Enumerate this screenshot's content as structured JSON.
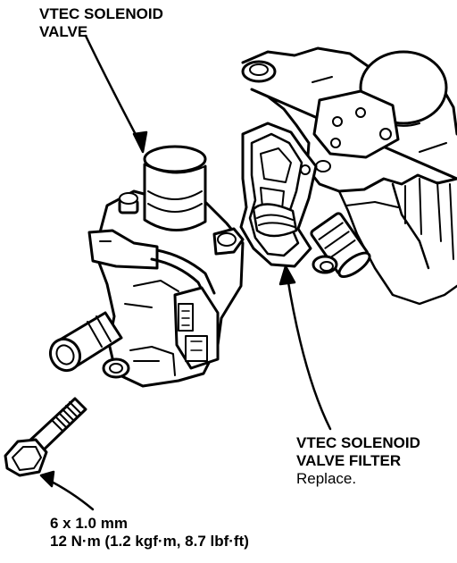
{
  "labels": {
    "solenoid_valve": {
      "line1": "VTEC SOLENOID",
      "line2": "VALVE"
    },
    "valve_filter": {
      "line1": "VTEC SOLENOID",
      "line2": "VALVE FILTER",
      "note": "Replace."
    },
    "bolt_spec": {
      "size": "6 x 1.0 mm",
      "torque": "12 N·m (1.2 kgf·m, 8.7 lbf·ft)"
    }
  },
  "colors": {
    "ink": "#000000",
    "paper": "#ffffff"
  }
}
